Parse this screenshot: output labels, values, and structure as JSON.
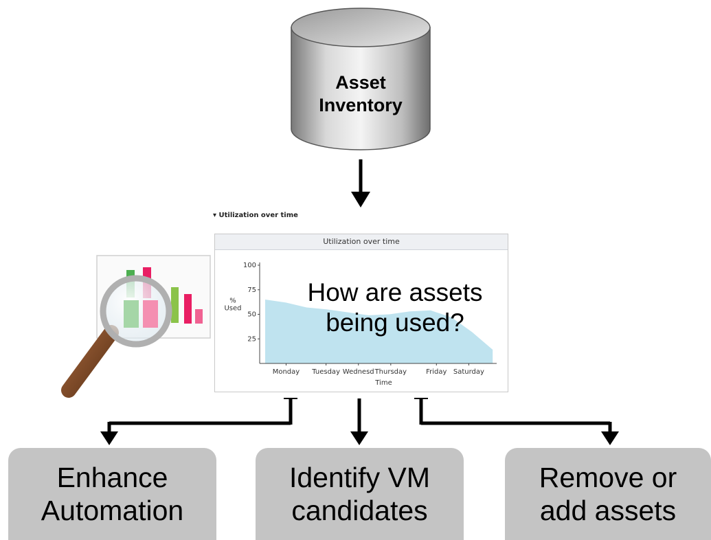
{
  "database": {
    "line1": "Asset",
    "line2": "Inventory"
  },
  "section_title": "▾ Utilization over time",
  "panel_title": "Utilization over time",
  "question": {
    "line1": "How are assets",
    "line2": "being used?"
  },
  "chart_data": {
    "type": "area",
    "title": "Utilization over time",
    "xlabel": "Time",
    "ylabel": "% Used",
    "ylim": [
      0,
      100
    ],
    "yticks": [
      "25",
      "50",
      "75",
      "100"
    ],
    "categories": [
      "Monday",
      "Tuesday",
      "Wednesd",
      "Thursday",
      "Friday",
      "Saturday"
    ],
    "x": [
      0,
      0.5,
      1,
      1.5,
      2,
      2.5,
      3,
      3.5,
      4,
      4.5,
      5,
      5.5
    ],
    "values": [
      65,
      62,
      57,
      55,
      52,
      49,
      50,
      53,
      54,
      47,
      32,
      14
    ],
    "color": "#bfe3ef"
  },
  "actions": [
    {
      "line1": "Enhance",
      "line2": "Automation"
    },
    {
      "line1": "Identify VM",
      "line2": "candidates"
    },
    {
      "line1": "Remove or",
      "line2": "add assets"
    }
  ],
  "colors": {
    "box": "#c4c4c4",
    "arrow": "#000000",
    "area": "#bfe3ef"
  },
  "icons": [
    "database-cylinder-icon",
    "magnifying-glass-chart-icon"
  ]
}
